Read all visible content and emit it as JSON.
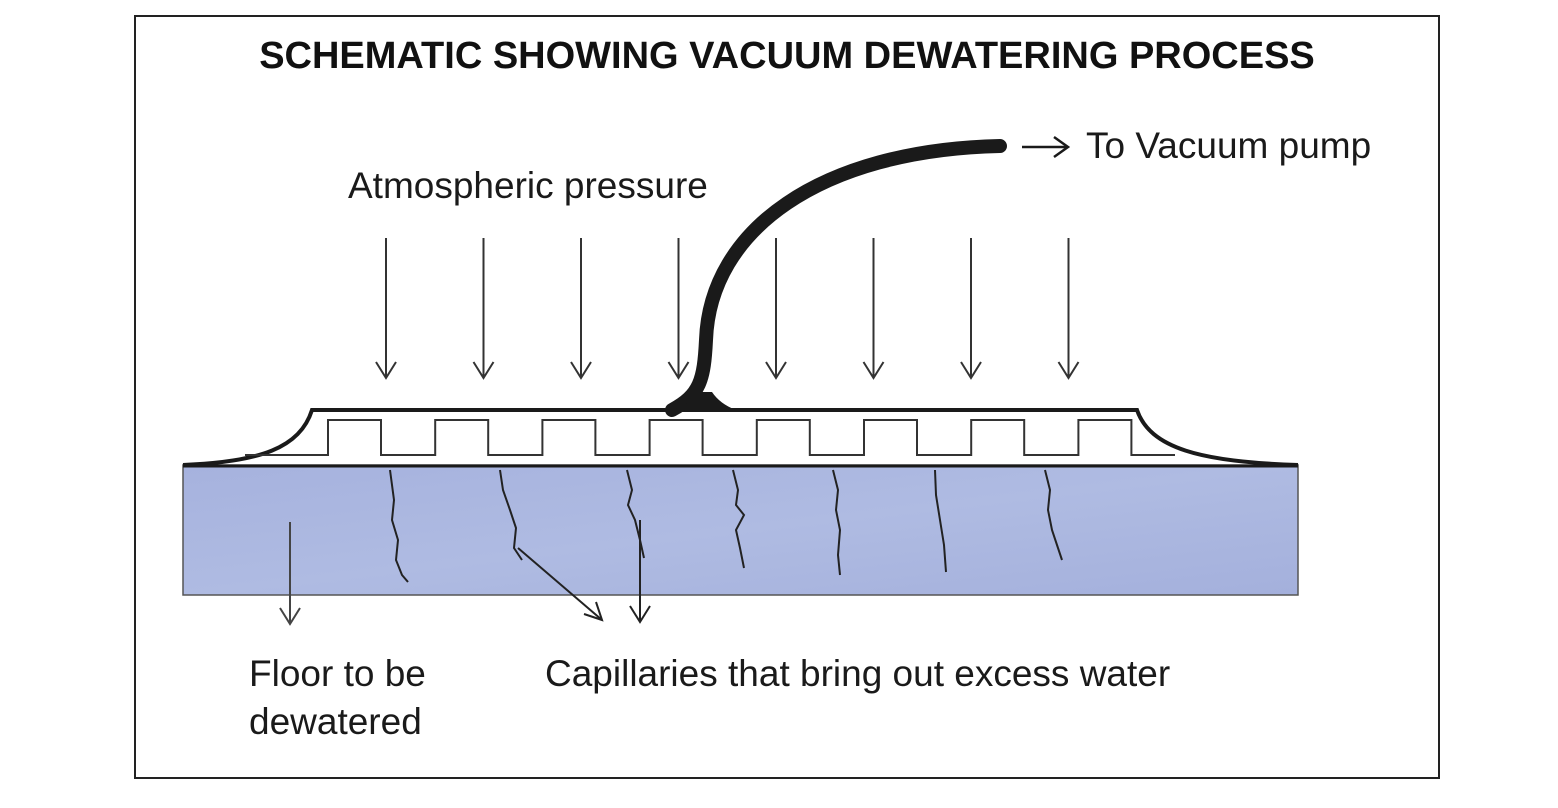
{
  "title": "SCHEMATIC SHOWING VACUUM DEWATERING PROCESS",
  "labels": {
    "to_vacuum_pump": "To Vacuum pump",
    "atmospheric_pressure": "Atmospheric pressure",
    "floor_line1": "Floor to be",
    "floor_line2": "dewatered",
    "capillaries": "Capillaries that bring out excess water"
  },
  "colors": {
    "slab_fill": "#a9b5df",
    "ink": "#1a1a1a",
    "frame": "#222222"
  },
  "pressure_arrow_count": 8,
  "filter_tooth_count": 8,
  "capillary_count": 7
}
